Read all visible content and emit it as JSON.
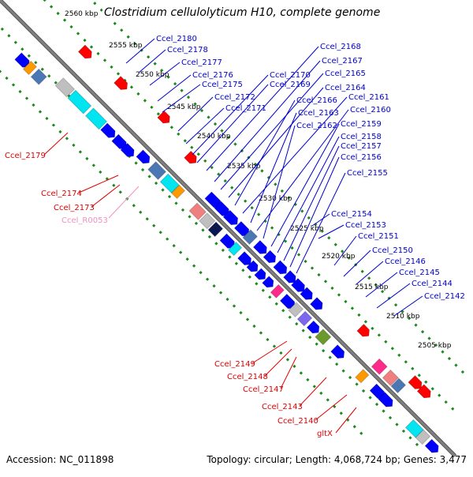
{
  "title": "Clostridium cellulolyticum H10, complete genome",
  "accession": "Accession: NC_011898",
  "topology": "Topology: circular; Length: 4,068,724 bp; Genes: 3,477",
  "colors": {
    "backbone": "#7f7f7f",
    "tick_dots": "#1a8a1a",
    "forward_gene": "#0000ff",
    "reverse_gene": "#ff0000",
    "forward_label": "#0000cc",
    "reverse_label": "#dd0000",
    "rna_label": "#f090c0",
    "cyan": "#00e5f0",
    "gray": "#bfbfbf",
    "orange": "#ff9900",
    "green": "#6b9a2c",
    "magenta": "#ff2a8a",
    "steel": "#4b78b4",
    "salmon": "#f08080",
    "navy": "#0b1850",
    "purple": "#7b68ee"
  },
  "kbp_labels": [
    "2560 kbp",
    "2555 kbp",
    "2550 kbp",
    "2545 kbp",
    "2540 kbp",
    "2535 kbp",
    "2530 kbp",
    "2525 kbp",
    "2520 kbp",
    "2515 kbp",
    "2510 kbp",
    "2505 kbp"
  ],
  "forward_labels": [
    "Ccel_2180",
    "Ccel_2178",
    "Ccel_2177",
    "Ccel_2176",
    "Ccel_2175",
    "Ccel_2172",
    "Ccel_2171",
    "Ccel_2170",
    "Ccel_2169",
    "Ccel_2168",
    "Ccel_2167",
    "Ccel_2165",
    "Ccel_2164",
    "Ccel_2166",
    "Ccel_2161",
    "Ccel_2163",
    "Ccel_2160",
    "Ccel_2162",
    "Ccel_2159",
    "Ccel_2158",
    "Ccel_2157",
    "Ccel_2156",
    "Ccel_2155",
    "Ccel_2154",
    "Ccel_2153",
    "Ccel_2151",
    "Ccel_2150",
    "Ccel_2146",
    "Ccel_2145",
    "Ccel_2144",
    "Ccel_2142"
  ],
  "reverse_labels": [
    "Ccel_2179",
    "Ccel_2174",
    "Ccel_2173",
    "Ccel_2149",
    "Ccel_2148",
    "Ccel_2147",
    "Ccel_2143",
    "Ccel_2140",
    "gltX"
  ],
  "rna_labels": [
    "Ccel_R0053"
  ]
}
